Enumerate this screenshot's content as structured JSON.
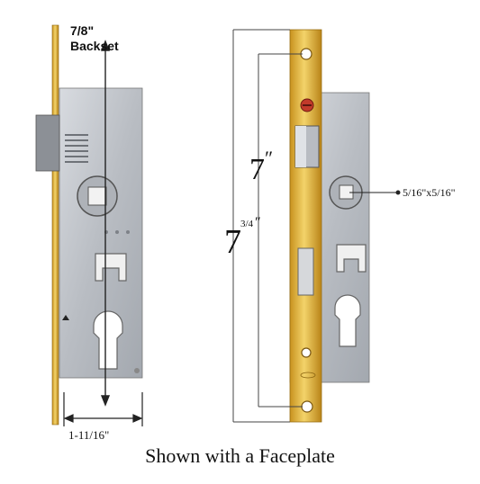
{
  "left_view": {
    "backset_value": "7/8\"",
    "backset_word": "Backset",
    "width_dimension": "1-11/16\""
  },
  "right_view": {
    "hole_spacing": "7",
    "overall_height_whole": "7",
    "overall_height_fraction": "3/4",
    "inch_mark": "″",
    "spindle_size": "5/16\"x5/16\""
  },
  "caption": "Shown with a Faceplate",
  "colors": {
    "brass": "#e2b43a",
    "steel": "#c9ccd1",
    "line": "#333333"
  }
}
